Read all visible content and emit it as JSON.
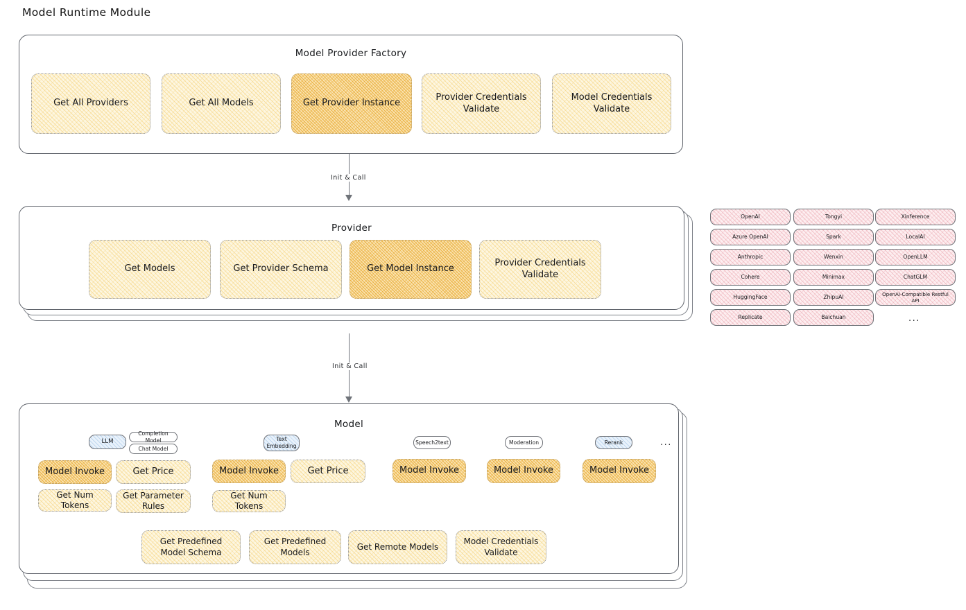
{
  "page": {
    "title": "Model Runtime Module"
  },
  "colors": {
    "node_yellow": "#fdf6e0",
    "node_amber": "#fae3b0",
    "node_rose": "#fdeef0",
    "node_blue": "#e9f2fb",
    "border": "#60646c",
    "text": "#17181b"
  },
  "factory": {
    "title": "Model Provider Factory",
    "nodes": [
      {
        "label": "Get All Providers",
        "style": "yellow"
      },
      {
        "label": "Get All Models",
        "style": "yellow"
      },
      {
        "label": "Get Provider Instance",
        "style": "amber"
      },
      {
        "label": "Provider Credentials Validate",
        "style": "yellow"
      },
      {
        "label": "Model Credentials Validate",
        "style": "yellow"
      }
    ]
  },
  "arrow_top": {
    "label": "Init & Call"
  },
  "provider": {
    "title": "Provider",
    "nodes": [
      {
        "label": "Get Models",
        "style": "yellow"
      },
      {
        "label": "Get Provider Schema",
        "style": "yellow"
      },
      {
        "label": "Get Model Instance",
        "style": "amber"
      },
      {
        "label": "Provider Credentials Validate",
        "style": "yellow"
      }
    ]
  },
  "arrow_bottom": {
    "label": "Init & Call"
  },
  "provider_list": {
    "ellipsis": "...",
    "columns": [
      {
        "items": [
          "OpenAI",
          "Azure OpenAI",
          "Anthropic",
          "Cohere",
          "HuggingFace",
          "Replicate"
        ]
      },
      {
        "items": [
          "Tongyi",
          "Spark",
          "Wenxin",
          "Minimax",
          "ZhipuAI",
          "Baichuan"
        ]
      },
      {
        "items": [
          "Xinference",
          "LocalAI",
          "OpenLLM",
          "ChatGLM",
          "OpenAI-Compatible Restful API"
        ]
      }
    ]
  },
  "model": {
    "title": "Model",
    "ellipsis": "...",
    "types": [
      {
        "name": "LLM",
        "style": "blue",
        "subtypes": [
          "Completion Model",
          "Chat Model"
        ],
        "methods": [
          {
            "label": "Model Invoke",
            "style": "amber"
          },
          {
            "label": "Get Price",
            "style": "yellow"
          },
          {
            "label": "Get Num Tokens",
            "style": "yellow"
          },
          {
            "label": "Get Parameter Rules",
            "style": "yellow"
          }
        ]
      },
      {
        "name": "Text Embedding",
        "style": "blue",
        "subtypes": [],
        "methods": [
          {
            "label": "Model Invoke",
            "style": "amber"
          },
          {
            "label": "Get Price",
            "style": "yellow"
          },
          {
            "label": "Get Num Tokens",
            "style": "yellow"
          }
        ]
      },
      {
        "name": "Speech2text",
        "style": "plain",
        "subtypes": [],
        "methods": [
          {
            "label": "Model Invoke",
            "style": "amber"
          }
        ]
      },
      {
        "name": "Moderation",
        "style": "plain",
        "subtypes": [],
        "methods": [
          {
            "label": "Model Invoke",
            "style": "amber"
          }
        ]
      },
      {
        "name": "Rerank",
        "style": "blue",
        "subtypes": [],
        "methods": [
          {
            "label": "Model Invoke",
            "style": "amber"
          }
        ]
      }
    ],
    "shared_methods": [
      {
        "label": "Get Predefined Model Schema",
        "style": "yellow"
      },
      {
        "label": "Get Predefined Models",
        "style": "yellow"
      },
      {
        "label": "Get Remote Models",
        "style": "yellow"
      },
      {
        "label": "Model Credentials Validate",
        "style": "yellow"
      }
    ]
  }
}
